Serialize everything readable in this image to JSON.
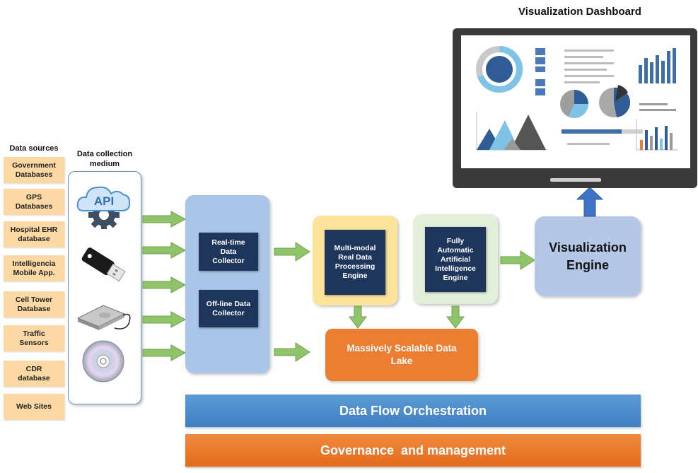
{
  "dashboard": {
    "title": "Visualization Dashboard"
  },
  "headers": {
    "sources": "Data sources",
    "medium_line1": "Data collection",
    "medium_line2": "medium"
  },
  "sources": [
    {
      "line1": "Government",
      "line2": "Databases"
    },
    {
      "line1": "GPS",
      "line2": "Databases"
    },
    {
      "line1": "Hospital EHR",
      "line2": "database"
    },
    {
      "line1": "Intelligencia",
      "line2": "Mobile App."
    },
    {
      "line1": "Cell Tower",
      "line2": "Database"
    },
    {
      "line1": "Traffic",
      "line2": "Sensors"
    },
    {
      "line1": "CDR",
      "line2": "database"
    },
    {
      "line1": "Web Sites",
      "line2": ""
    }
  ],
  "medium_icons": {
    "api_label": "API",
    "icons": [
      "api-cloud-gear-icon",
      "usb-drive-icon",
      "external-hard-drive-icon",
      "cd-disc-icon"
    ]
  },
  "collectors": {
    "realtime": {
      "line1": "Real-time",
      "line2": "Data",
      "line3": "Collector"
    },
    "offline": {
      "line1": "Off-line Data",
      "line2": "Collector"
    }
  },
  "engines": {
    "multimodal": {
      "line1": "Multi-modal",
      "line2": "Real Data",
      "line3": "Processing",
      "line4": "Engine"
    },
    "ai": {
      "line1": "Fully",
      "line2": "Automatic",
      "line3": "Artificial",
      "line4": "Intelligence",
      "line5": "Engine"
    }
  },
  "lake": {
    "line1": "Massively Scalable Data",
    "line2": "Lake"
  },
  "visualization_engine": {
    "line1": "Visualization",
    "line2": "Engine"
  },
  "bars": {
    "orchestration": "Data Flow Orchestration",
    "governance": "Governance  and management"
  },
  "colors": {
    "source_fill": "#fcd9a4",
    "collector_panel": "#a9c6e8",
    "navy_box": "#1e355c",
    "multimodal_panel": "#fde49a",
    "ai_panel": "#e2efda",
    "lake": "#ed7d31",
    "viz_engine": "#b4c7e7",
    "arrow_green": "#8fc46b",
    "arrow_blue": "#3f73c5"
  }
}
